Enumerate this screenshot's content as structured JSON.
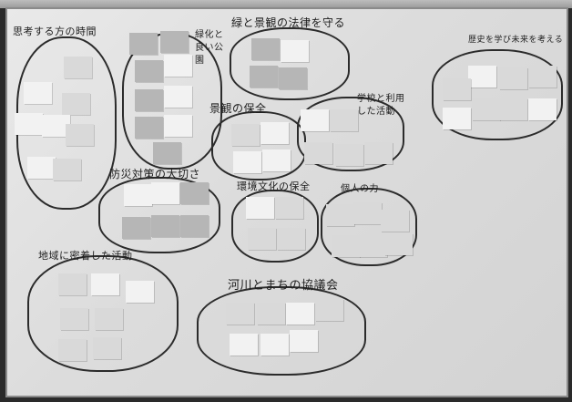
{
  "photo": {
    "subject": "whiteboard",
    "note_shades": {
      "light": "#f2f2f2",
      "mid": "#d9d9d9",
      "dark": "#b6b6b6"
    },
    "marker_color": "#2b2b2b"
  },
  "groups": [
    {
      "id": "g1",
      "label": "思考する方の時間"
    },
    {
      "id": "g2",
      "label": "緑化と良い公園"
    },
    {
      "id": "g3",
      "label": "緑と景観の法律を守る"
    },
    {
      "id": "g4",
      "label": "歴史を学び未来を考える"
    },
    {
      "id": "g5",
      "label": "景観の保全"
    },
    {
      "id": "g6",
      "label": "学校と利用した活動"
    },
    {
      "id": "g7",
      "label": "防災対策の大切さ"
    },
    {
      "id": "g8",
      "label": "環境文化の保全"
    },
    {
      "id": "g9",
      "label": "個人の力"
    },
    {
      "id": "g10",
      "label": "地域に密着した活動"
    },
    {
      "id": "g11",
      "label": "河川とまちの協議会"
    }
  ]
}
